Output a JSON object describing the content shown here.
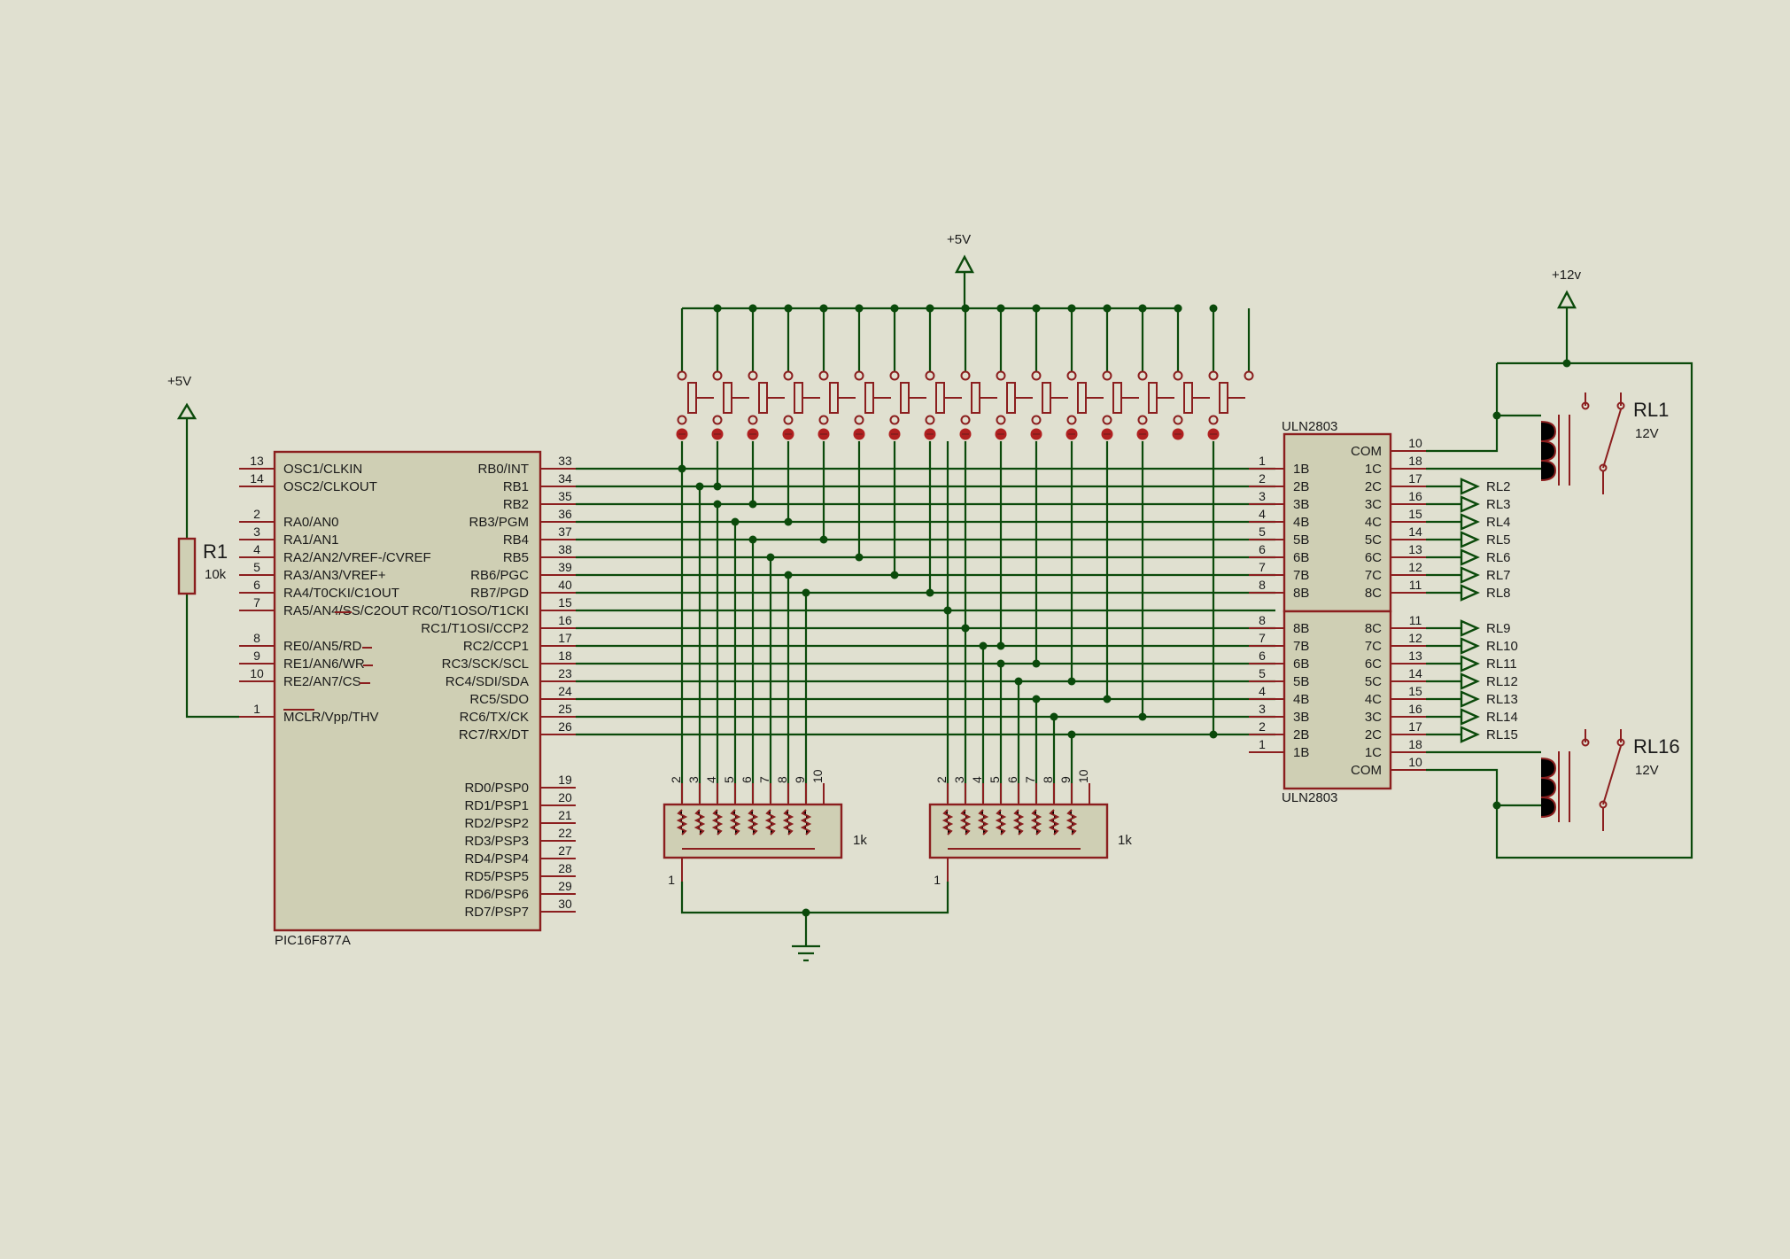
{
  "mcu": {
    "part": "PIC16F877A",
    "left_pins": [
      {
        "num": "13",
        "name": "OSC1/CLKIN"
      },
      {
        "num": "14",
        "name": "OSC2/CLKOUT"
      },
      {
        "num": "2",
        "name": "RA0/AN0"
      },
      {
        "num": "3",
        "name": "RA1/AN1"
      },
      {
        "num": "4",
        "name": "RA2/AN2/VREF-/CVREF"
      },
      {
        "num": "5",
        "name": "RA3/AN3/VREF+"
      },
      {
        "num": "6",
        "name": "RA4/T0CKI/C1OUT"
      },
      {
        "num": "7",
        "name": "RA5/AN4/SS/C2OUT"
      },
      {
        "num": "8",
        "name": "RE0/AN5/RD"
      },
      {
        "num": "9",
        "name": "RE1/AN6/WR"
      },
      {
        "num": "10",
        "name": "RE2/AN7/CS"
      },
      {
        "num": "1",
        "name": "MCLR/Vpp/THV"
      }
    ],
    "right_pins": [
      {
        "num": "33",
        "name": "RB0/INT"
      },
      {
        "num": "34",
        "name": "RB1"
      },
      {
        "num": "35",
        "name": "RB2"
      },
      {
        "num": "36",
        "name": "RB3/PGM"
      },
      {
        "num": "37",
        "name": "RB4"
      },
      {
        "num": "38",
        "name": "RB5"
      },
      {
        "num": "39",
        "name": "RB6/PGC"
      },
      {
        "num": "40",
        "name": "RB7/PGD"
      },
      {
        "num": "15",
        "name": "RC0/T1OSO/T1CKI"
      },
      {
        "num": "16",
        "name": "RC1/T1OSI/CCP2"
      },
      {
        "num": "17",
        "name": "RC2/CCP1"
      },
      {
        "num": "18",
        "name": "RC3/SCK/SCL"
      },
      {
        "num": "23",
        "name": "RC4/SDI/SDA"
      },
      {
        "num": "24",
        "name": "RC5/SDO"
      },
      {
        "num": "25",
        "name": "RC6/TX/CK"
      },
      {
        "num": "26",
        "name": "RC7/RX/DT"
      },
      {
        "num": "19",
        "name": "RD0/PSP0"
      },
      {
        "num": "20",
        "name": "RD1/PSP1"
      },
      {
        "num": "21",
        "name": "RD2/PSP2"
      },
      {
        "num": "22",
        "name": "RD3/PSP3"
      },
      {
        "num": "27",
        "name": "RD4/PSP4"
      },
      {
        "num": "28",
        "name": "RD5/PSP5"
      },
      {
        "num": "29",
        "name": "RD6/PSP6"
      },
      {
        "num": "30",
        "name": "RD7/PSP7"
      }
    ]
  },
  "r1": {
    "ref": "R1",
    "value": "10k",
    "supply": "+5V"
  },
  "switch_supply": "+5V",
  "relay_supply": "+12v",
  "resistor_networks": [
    {
      "value": "1k",
      "common_pin": "1",
      "pins": [
        "2",
        "3",
        "4",
        "5",
        "6",
        "7",
        "8",
        "9",
        "10"
      ]
    },
    {
      "value": "1k",
      "common_pin": "1",
      "pins": [
        "2",
        "3",
        "4",
        "5",
        "6",
        "7",
        "8",
        "9",
        "10"
      ]
    }
  ],
  "drivers": [
    {
      "part": "ULN2803",
      "com_label": "COM",
      "com_pin": "10",
      "inputs": [
        {
          "num": "1",
          "name": "1B"
        },
        {
          "num": "2",
          "name": "2B"
        },
        {
          "num": "3",
          "name": "3B"
        },
        {
          "num": "4",
          "name": "4B"
        },
        {
          "num": "5",
          "name": "5B"
        },
        {
          "num": "6",
          "name": "6B"
        },
        {
          "num": "7",
          "name": "7B"
        },
        {
          "num": "8",
          "name": "8B"
        }
      ],
      "outputs": [
        {
          "num": "18",
          "name": "1C"
        },
        {
          "num": "17",
          "name": "2C"
        },
        {
          "num": "16",
          "name": "3C"
        },
        {
          "num": "15",
          "name": "4C"
        },
        {
          "num": "14",
          "name": "5C"
        },
        {
          "num": "13",
          "name": "6C"
        },
        {
          "num": "12",
          "name": "7C"
        },
        {
          "num": "11",
          "name": "8C"
        }
      ],
      "relay_labels": [
        "RL2",
        "RL3",
        "RL4",
        "RL5",
        "RL6",
        "RL7",
        "RL8"
      ]
    },
    {
      "part": "ULN2803",
      "com_label": "COM",
      "com_pin": "10",
      "inputs": [
        {
          "num": "8",
          "name": "8B"
        },
        {
          "num": "7",
          "name": "7B"
        },
        {
          "num": "6",
          "name": "6B"
        },
        {
          "num": "5",
          "name": "5B"
        },
        {
          "num": "4",
          "name": "4B"
        },
        {
          "num": "3",
          "name": "3B"
        },
        {
          "num": "2",
          "name": "2B"
        },
        {
          "num": "1",
          "name": "1B"
        }
      ],
      "outputs": [
        {
          "num": "11",
          "name": "8C"
        },
        {
          "num": "12",
          "name": "7C"
        },
        {
          "num": "13",
          "name": "6C"
        },
        {
          "num": "14",
          "name": "5C"
        },
        {
          "num": "15",
          "name": "4C"
        },
        {
          "num": "16",
          "name": "3C"
        },
        {
          "num": "17",
          "name": "2C"
        },
        {
          "num": "18",
          "name": "1C"
        }
      ],
      "relay_labels": [
        "RL9",
        "RL10",
        "RL11",
        "RL12",
        "RL13",
        "RL14",
        "RL15"
      ]
    }
  ],
  "relays": [
    {
      "ref": "RL1",
      "voltage": "12V"
    },
    {
      "ref": "RL16",
      "voltage": "12V"
    }
  ],
  "colors": {
    "background": "#e0e0d0",
    "wire": "#0b4a0b",
    "component": "#8b1e1e",
    "body": "#cfcfb4"
  }
}
